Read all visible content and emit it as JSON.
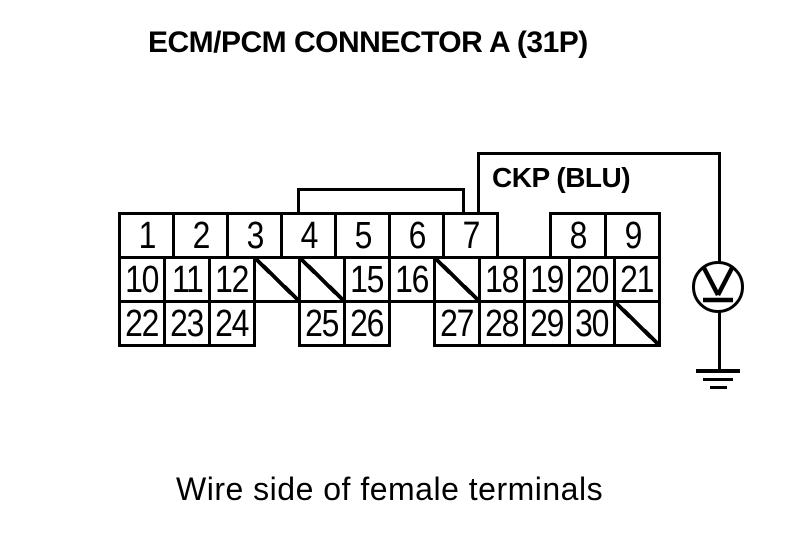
{
  "title": "ECM/PCM CONNECTOR A (31P)",
  "caption": "Wire side of female terminals",
  "wire": {
    "label": "CKP (BLU)",
    "signal": "CKP",
    "color_code": "BLU",
    "connects_to_pin": "7"
  },
  "meter": {
    "type": "voltmeter-probe",
    "glyph": "V",
    "connection": "ground"
  },
  "connector": {
    "name": "ECM/PCM Connector A",
    "pin_count_label": "31P",
    "rows": [
      {
        "name": "row-1",
        "cells": [
          {
            "pin": "1"
          },
          {
            "pin": "2"
          },
          {
            "pin": "3"
          },
          {
            "pin": "4"
          },
          {
            "pin": "5"
          },
          {
            "pin": "6"
          },
          {
            "pin": "7"
          },
          {
            "pin": "8"
          },
          {
            "pin": "9"
          }
        ]
      },
      {
        "name": "row-2",
        "cells": [
          {
            "pin": "10"
          },
          {
            "pin": "11"
          },
          {
            "pin": "12"
          },
          {
            "pin": null,
            "blocked": true
          },
          {
            "pin": null,
            "blocked": true
          },
          {
            "pin": "15"
          },
          {
            "pin": "16"
          },
          {
            "pin": null,
            "blocked": true
          },
          {
            "pin": "18"
          },
          {
            "pin": "19"
          },
          {
            "pin": "20"
          },
          {
            "pin": "21"
          }
        ]
      },
      {
        "name": "row-3",
        "cells": [
          {
            "pin": "22"
          },
          {
            "pin": "23"
          },
          {
            "pin": "24"
          },
          {
            "pin": "25"
          },
          {
            "pin": "26"
          },
          {
            "pin": "27"
          },
          {
            "pin": "28"
          },
          {
            "pin": "29"
          },
          {
            "pin": "30"
          },
          {
            "pin": null,
            "blocked": true
          }
        ]
      }
    ]
  },
  "colors": {
    "ink": "#000000",
    "paper": "#ffffff"
  }
}
